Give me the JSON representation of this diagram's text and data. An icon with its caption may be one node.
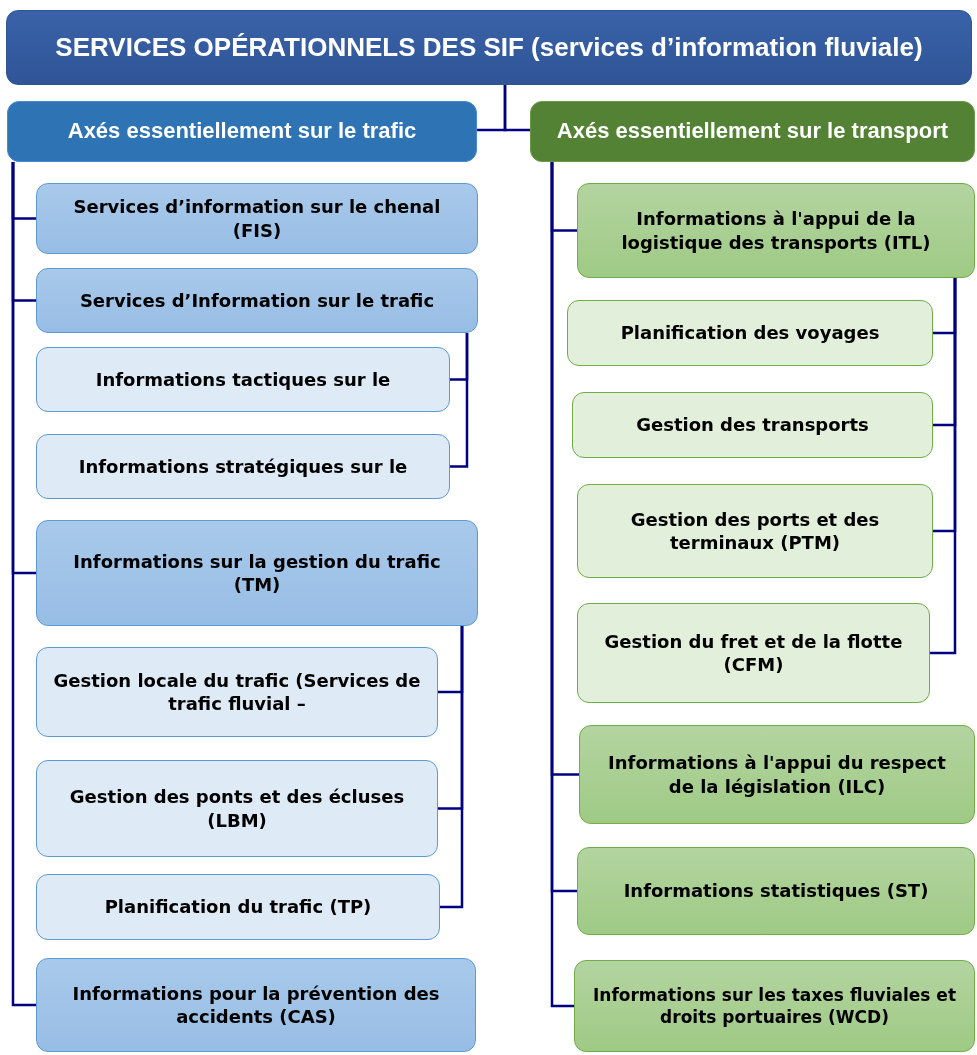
{
  "diagram": {
    "title": "SERVICES OPÉRATIONNELS DES SIF (services d’information fluviale)",
    "nodes": [
      {
        "text": [
          "Axés essentiellement sur le trafic"
        ]
      },
      {
        "text": [
          "Axés essentiellement sur le transport"
        ]
      },
      {
        "text": [
          "Services d’information sur le chenal (FIS)"
        ]
      },
      {
        "text": [
          "Services d’Information sur le trafic"
        ]
      },
      {
        "text": [
          "Informations tactiques sur le"
        ]
      },
      {
        "text": [
          "Informations stratégiques sur le"
        ]
      },
      {
        "text": [
          "Informations sur la gestion du trafic (TM)"
        ]
      },
      {
        "text": [
          "Gestion locale du trafic (Services de trafic fluvial –"
        ]
      },
      {
        "text": [
          "Gestion des ponts et des écluses (LBM)"
        ]
      },
      {
        "text": [
          "Planification du trafic (TP)"
        ]
      },
      {
        "text": [
          "Informations pour la prévention des accidents (CAS)"
        ]
      },
      {
        "text": [
          "Informations à l'appui de la logistique des transports (ITL)"
        ]
      },
      {
        "text": [
          "Planification des voyages"
        ]
      },
      {
        "text": [
          "Gestion des transports"
        ]
      },
      {
        "text": [
          "Gestion des ports et des terminaux (PTM)"
        ]
      },
      {
        "text": [
          "Gestion du fret et de la flotte (CFM)"
        ]
      },
      {
        "text": [
          "Informations à l'appui du respect de la législation (ILC)"
        ]
      },
      {
        "text": [
          "Informations statistiques (ST)"
        ]
      },
      {
        "text": [
          "Informations sur les taxes fluviales et droits portuaires (WCD)"
        ]
      }
    ],
    "edges": [
      {
        "from": null,
        "to": 0,
        "arrow": "none"
      },
      {
        "from": null,
        "to": 1,
        "arrow": "none"
      },
      {
        "from": 0,
        "to": 2,
        "arrow": "none"
      },
      {
        "from": 0,
        "to": 3,
        "arrow": "none"
      },
      {
        "from": 0,
        "to": 6,
        "arrow": "none"
      },
      {
        "from": 0,
        "to": 10,
        "arrow": "none"
      },
      {
        "from": 3,
        "to": 4,
        "arrow": "none"
      },
      {
        "from": 3,
        "to": 5,
        "arrow": "none"
      },
      {
        "from": 6,
        "to": 7,
        "arrow": "none"
      },
      {
        "from": 6,
        "to": 8,
        "arrow": "none"
      },
      {
        "from": 6,
        "to": 9,
        "arrow": "none"
      },
      {
        "from": 1,
        "to": 11,
        "arrow": "none"
      },
      {
        "from": 1,
        "to": 16,
        "arrow": "none"
      },
      {
        "from": 1,
        "to": 17,
        "arrow": "none"
      },
      {
        "from": 1,
        "to": 18,
        "arrow": "none"
      },
      {
        "from": 11,
        "to": 12,
        "arrow": "none"
      },
      {
        "from": 11,
        "to": 13,
        "arrow": "none"
      },
      {
        "from": 11,
        "to": 14,
        "arrow": "none"
      },
      {
        "from": 11,
        "to": 15,
        "arrow": "none"
      }
    ]
  }
}
